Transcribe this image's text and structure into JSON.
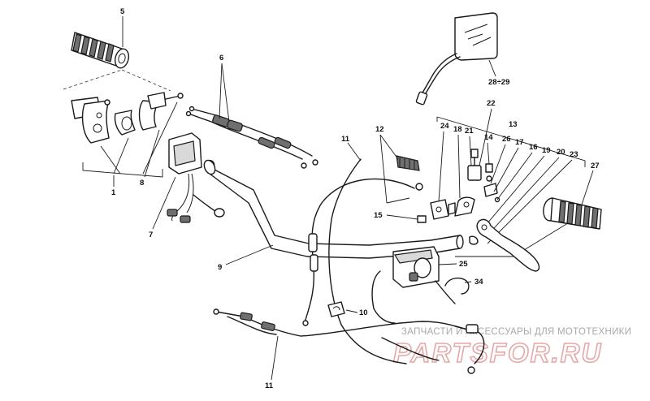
{
  "callouts": {
    "c1": "1",
    "c5": "5",
    "c6": "6",
    "c7": "7",
    "c8": "8",
    "c9": "9",
    "c10": "10",
    "c11a": "11",
    "c11b": "11",
    "c12": "12",
    "c13": "13",
    "c14": "14",
    "c15": "15",
    "c16": "16",
    "c17": "17",
    "c18": "18",
    "c19": "19",
    "c20": "20",
    "c21": "21",
    "c22": "22",
    "c23": "23",
    "c24": "24",
    "c25": "25",
    "c26": "26",
    "c27": "27",
    "c34": "34",
    "c2829": "28÷29"
  },
  "watermark": {
    "caption": "ЗАПЧАСТИ И АКСЕССУАРЫ ДЛЯ МОТОТЕХНИКИ",
    "brand": "PARTSFOR.RU"
  },
  "colors": {
    "line": "#1a1a1a",
    "watermark_caption": "#a8a8a8",
    "watermark_brand": "#e6a8a8"
  }
}
